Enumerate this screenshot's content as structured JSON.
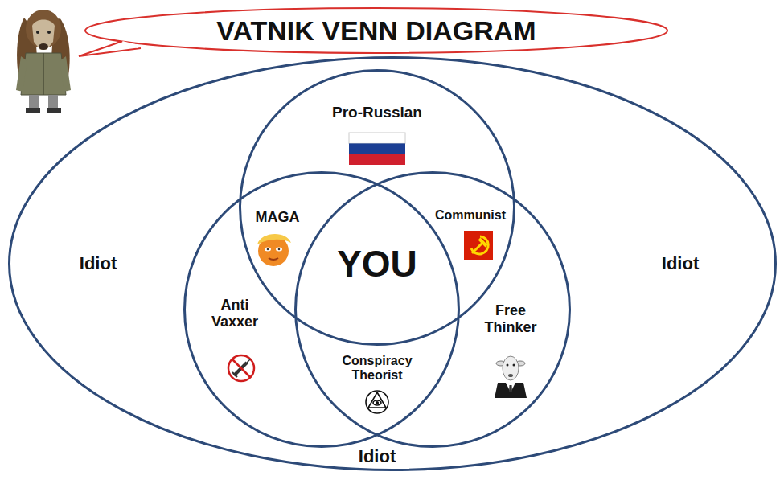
{
  "diagram": {
    "title": "VATNIK VENN DIAGRAM",
    "nodes": [
      {
        "text": [
          "Idiot",
          "Idiot",
          "Idiot"
        ]
      },
      {
        "text": [
          "Pro-Russian"
        ],
        "in": 0
      },
      {
        "text": [
          "Anti Vaxxer"
        ],
        "in": 0
      },
      {
        "text": [
          "Free Thinker"
        ],
        "in": 0
      }
    ],
    "labels": [
      "MAGA",
      "Communist",
      "YOU",
      "Conspiracy Theorist"
    ]
  }
}
